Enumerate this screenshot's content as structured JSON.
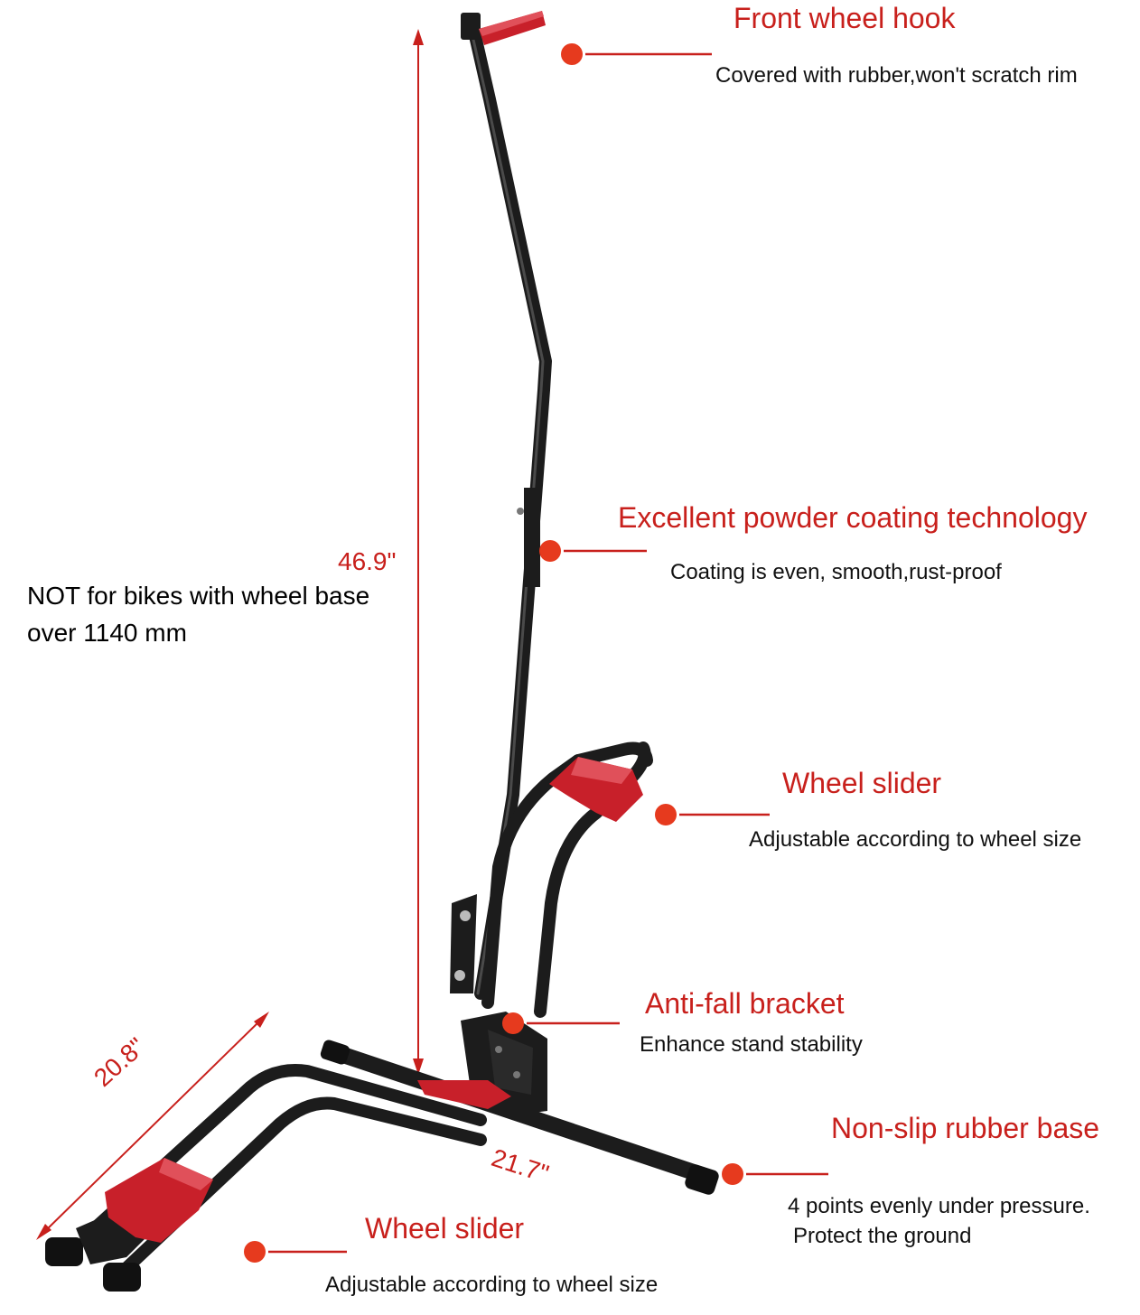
{
  "colors": {
    "accent": "#e63a1e",
    "red_text": "#c8201c",
    "stand_black": "#1c1c1c",
    "rubber_red": "#c8202a"
  },
  "features": [
    {
      "title": "Front wheel hook",
      "desc": "Covered with rubber,won't scratch rim"
    },
    {
      "title": "Excellent powder coating technology",
      "desc": "Coating is even, smooth,rust-proof"
    },
    {
      "title": "Wheel slider",
      "desc": "Adjustable according to wheel size"
    },
    {
      "title": "Anti-fall bracket",
      "desc": "Enhance stand stability"
    },
    {
      "title": "Non-slip rubber base",
      "desc": "4 points evenly under pressure.",
      "desc2": "Protect the ground"
    },
    {
      "title": "Wheel slider",
      "desc": "Adjustable according to wheel size"
    }
  ],
  "dimensions": {
    "height": "46.9\"",
    "depth": "20.8\"",
    "width": "21.7\""
  },
  "note": {
    "line1": "NOT for bikes with wheel base",
    "line2": "over 1140 mm"
  }
}
